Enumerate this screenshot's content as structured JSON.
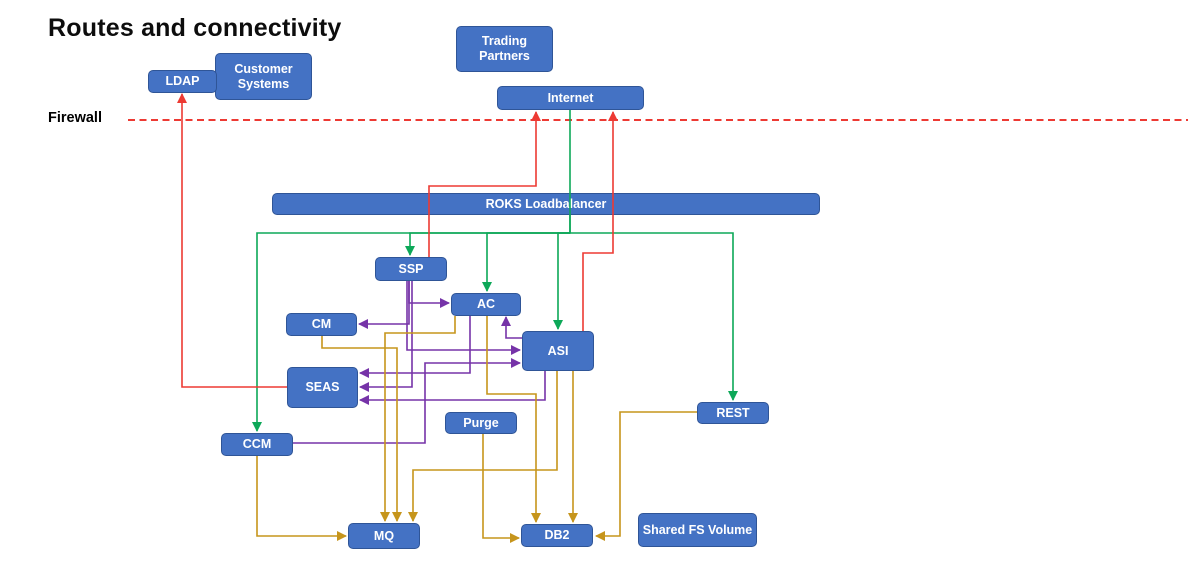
{
  "title": "Routes and connectivity",
  "firewall": {
    "label": "Firewall"
  },
  "colors": {
    "node_fill": "#4472c4",
    "node_border": "#2f5597",
    "firewall_line": "#ed3a33",
    "lines": {
      "red": "#ed3a33",
      "green": "#0da858",
      "purple": "#7633a8",
      "gold": "#c6951c"
    }
  },
  "nodes": {
    "ldap": {
      "label": "LDAP"
    },
    "customer_systems": {
      "label": "Customer Systems"
    },
    "trading_partners": {
      "label": "Trading Partners"
    },
    "internet": {
      "label": "Internet"
    },
    "roks_lb": {
      "label": "ROKS Loadbalancer"
    },
    "ssp": {
      "label": "SSP"
    },
    "ac": {
      "label": "AC"
    },
    "cm": {
      "label": "CM"
    },
    "asi": {
      "label": "ASI"
    },
    "seas": {
      "label": "SEAS"
    },
    "purge": {
      "label": "Purge"
    },
    "rest": {
      "label": "REST"
    },
    "ccm": {
      "label": "CCM"
    },
    "mq": {
      "label": "MQ"
    },
    "db2": {
      "label": "DB2"
    },
    "shared_fs": {
      "label": "Shared FS Volume"
    }
  },
  "connections": [
    {
      "from": "internet",
      "to": "roks_lb",
      "color": "green"
    },
    {
      "from": "roks_lb",
      "to": "ccm",
      "color": "green"
    },
    {
      "from": "roks_lb",
      "to": "ssp",
      "color": "green"
    },
    {
      "from": "roks_lb",
      "to": "ac",
      "color": "green"
    },
    {
      "from": "roks_lb",
      "to": "asi",
      "color": "green"
    },
    {
      "from": "roks_lb",
      "to": "rest",
      "color": "green"
    },
    {
      "from": "seas",
      "to": "ldap",
      "color": "red"
    },
    {
      "from": "ssp",
      "to": "internet",
      "color": "red"
    },
    {
      "from": "asi",
      "to": "internet",
      "color": "red"
    },
    {
      "from": "ssp",
      "to": "ac",
      "color": "purple"
    },
    {
      "from": "ssp",
      "to": "cm",
      "color": "purple"
    },
    {
      "from": "ssp",
      "to": "asi",
      "color": "purple"
    },
    {
      "from": "ssp",
      "to": "seas",
      "color": "purple"
    },
    {
      "from": "ac",
      "to": "seas",
      "color": "purple"
    },
    {
      "from": "asi",
      "to": "seas",
      "color": "purple"
    },
    {
      "from": "asi",
      "to": "ac",
      "color": "purple"
    },
    {
      "from": "ccm",
      "to": "asi",
      "color": "purple"
    },
    {
      "from": "cm",
      "to": "mq",
      "color": "gold"
    },
    {
      "from": "ac",
      "to": "mq",
      "color": "gold"
    },
    {
      "from": "asi",
      "to": "mq",
      "color": "gold"
    },
    {
      "from": "ccm",
      "to": "mq",
      "color": "gold"
    },
    {
      "from": "ac",
      "to": "db2",
      "color": "gold"
    },
    {
      "from": "asi",
      "to": "db2",
      "color": "gold"
    },
    {
      "from": "purge",
      "to": "db2",
      "color": "gold"
    },
    {
      "from": "rest",
      "to": "db2",
      "color": "gold"
    }
  ]
}
